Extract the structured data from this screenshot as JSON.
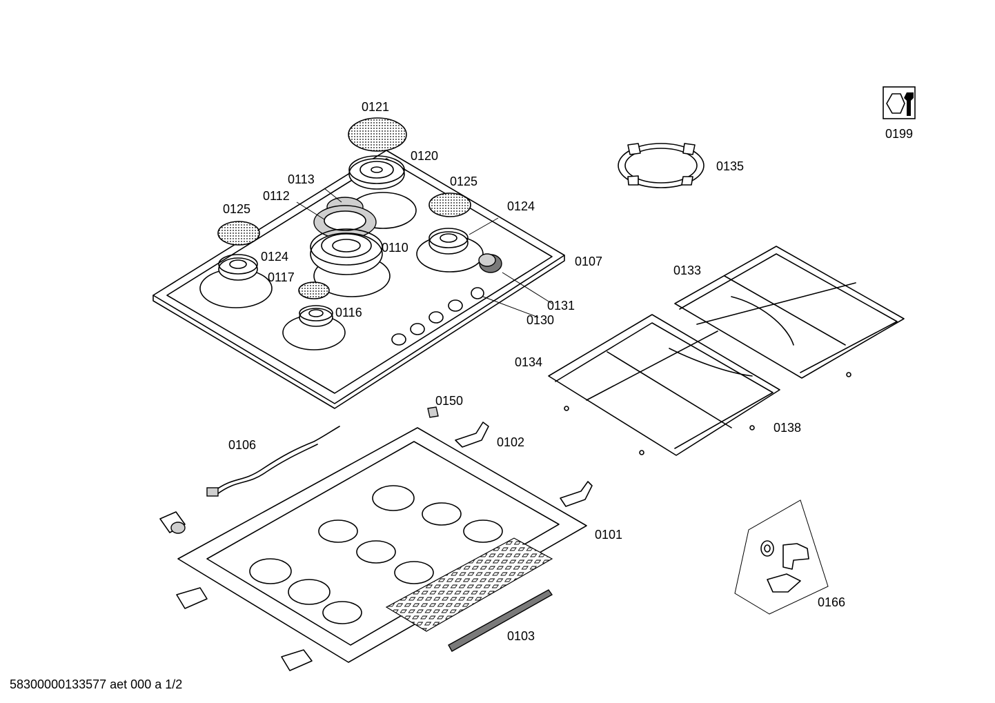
{
  "diagram": {
    "part_labels": {
      "p0121": "0121",
      "p0120": "0120",
      "p0113": "0113",
      "p0112": "0112",
      "p0125_a": "0125",
      "p0125_b": "0125",
      "p0124_a": "0124",
      "p0124_b": "0124",
      "p0110": "0110",
      "p0117": "0117",
      "p0116": "0116",
      "p0107": "0107",
      "p0131": "0131",
      "p0130": "0130",
      "p0135": "0135",
      "p0199": "0199",
      "p0133": "0133",
      "p0134": "0134",
      "p0138": "0138",
      "p0150": "0150",
      "p0106": "0106",
      "p0102": "0102",
      "p0101": "0101",
      "p0103": "0103",
      "p0166": "0166"
    },
    "footer": "58300000133577 aet 000 a 1/2"
  }
}
